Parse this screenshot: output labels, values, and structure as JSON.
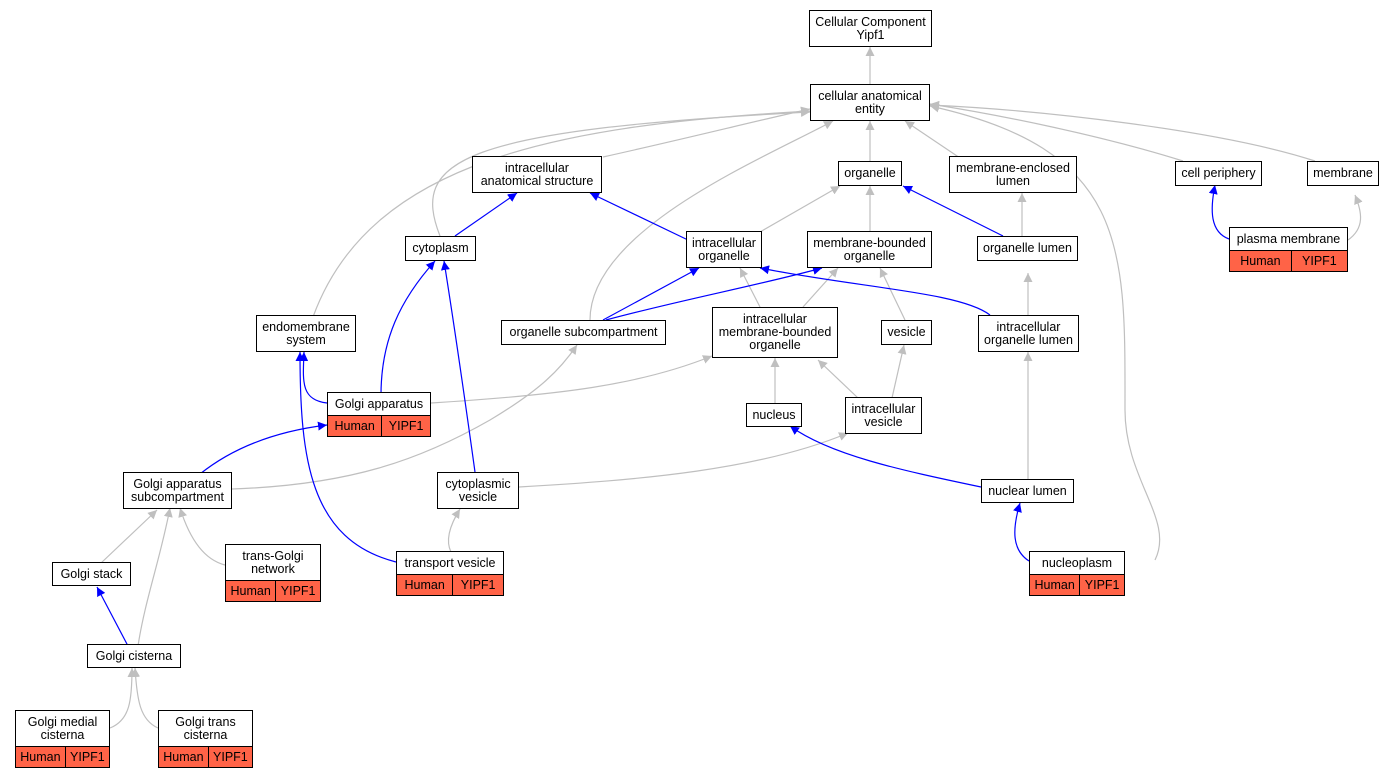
{
  "colors": {
    "is_a_edge": "#bfbfbf",
    "part_of_edge": "#0000ff",
    "annotation_fill": "#ff6347",
    "node_border": "#000000"
  },
  "nodes": {
    "root": "Cellular Component\nYipf1",
    "cellular_anatomical_entity": "cellular anatomical\nentity",
    "intracellular_anatomical_structure": "intracellular\nanatomical structure",
    "organelle": "organelle",
    "membrane_enclosed_lumen": "membrane-enclosed\nlumen",
    "cell_periphery": "cell periphery",
    "membrane": "membrane",
    "cytoplasm": "cytoplasm",
    "intracellular_organelle": "intracellular\norganelle",
    "membrane_bounded_organelle": "membrane-bounded\norganelle",
    "organelle_lumen": "organelle lumen",
    "plasma_membrane": "plasma membrane",
    "endomembrane_system": "endomembrane\nsystem",
    "organelle_subcompartment": "organelle subcompartment",
    "intracellular_membrane_bounded_organelle": "intracellular\nmembrane-bounded\norganelle",
    "vesicle": "vesicle",
    "intracellular_organelle_lumen": "intracellular\norganelle lumen",
    "golgi_apparatus": "Golgi apparatus",
    "nucleus": "nucleus",
    "intracellular_vesicle": "intracellular\nvesicle",
    "golgi_apparatus_subcompartment": "Golgi apparatus\nsubcompartment",
    "cytoplasmic_vesicle": "cytoplasmic\nvesicle",
    "nuclear_lumen": "nuclear lumen",
    "golgi_stack": "Golgi stack",
    "trans_golgi_network": "trans-Golgi\nnetwork",
    "transport_vesicle": "transport vesicle",
    "nucleoplasm": "nucleoplasm",
    "golgi_cisterna": "Golgi cisterna",
    "golgi_medial_cisterna": "Golgi medial\ncisterna",
    "golgi_trans_cisterna": "Golgi trans\ncisterna"
  },
  "annotation": {
    "species": "Human",
    "gene": "YIPF1"
  }
}
